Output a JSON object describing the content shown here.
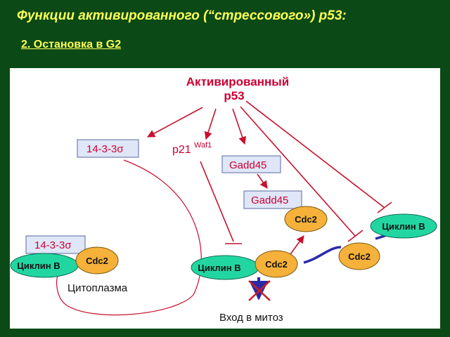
{
  "header": {
    "title": "Функции активированного (“стрессового») p53:",
    "subtitle": "2. Остановка в G2"
  },
  "diagram": {
    "p53_line1": "Активированный",
    "p53_line2": "p53",
    "box_14_3_3_top": "14-3-3σ",
    "p21_label": "p21",
    "p21_sup": "Waf1",
    "gadd45_top": "Gadd45",
    "gadd45_bottom": "Gadd45",
    "cdc2_top": "Cdc2",
    "cyclin_right": "Циклин B",
    "box_14_3_3_left": "14-3-3σ",
    "cyclin_left": "Циклин B",
    "cdc2_left": "Cdc2",
    "cytoplasm": "Цитоплазма",
    "cyclin_center": "Циклин B",
    "cdc2_center": "Cdc2",
    "cdc2_right": "Cdc2",
    "mitosis": "Вход в митоз"
  },
  "colors": {
    "background": "#0b4a16",
    "title_text": "#ffff55",
    "arrow_red": "#c8102e",
    "box_fill": "#dfe6f7",
    "box_text": "#cc0033",
    "cyclin_fill": "#22d6a2",
    "cdc2_fill": "#f5b13a",
    "link_blue": "#2a2aa8",
    "cross_red": "#cc2020"
  }
}
